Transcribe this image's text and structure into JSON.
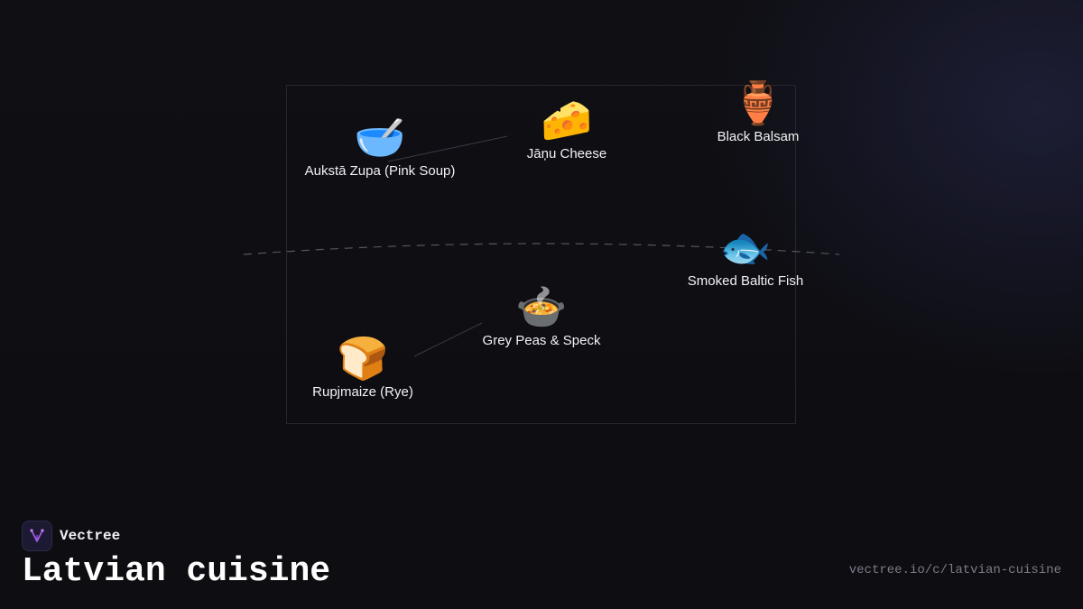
{
  "brand": {
    "name": "Vectree"
  },
  "page": {
    "title": "Latvian cuisine",
    "url": "vectree.io/c/latvian-cuisine"
  },
  "nodes": [
    {
      "emoji": "🥣",
      "label": "Aukstā Zupa (Pink Soup)",
      "icon": "bowl-icon"
    },
    {
      "emoji": "🧀",
      "label": "Jāņu Cheese",
      "icon": "cheese-icon"
    },
    {
      "emoji": "🏺",
      "label": "Black Balsam",
      "icon": "amphora-icon"
    },
    {
      "emoji": "🐟",
      "label": "Smoked Baltic Fish",
      "icon": "fish-icon"
    },
    {
      "emoji": "🍲",
      "label": "Grey Peas & Speck",
      "icon": "pot-of-food-icon"
    },
    {
      "emoji": "🍞",
      "label": "Rupjmaize (Rye)",
      "icon": "bread-icon"
    }
  ],
  "colors": {
    "background": "#0f0f14",
    "link": "#3a3a44",
    "divider": "#55555f",
    "logo_accent": "#b45cf0"
  }
}
